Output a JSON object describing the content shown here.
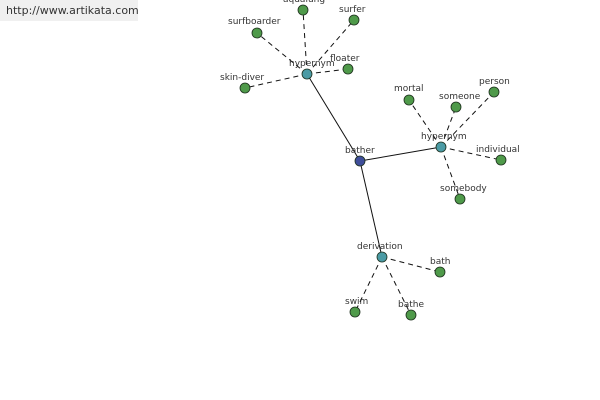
{
  "url_text": "http://www.artikata.com",
  "colors": {
    "center": "#3f4e9a",
    "hub": "#4b9ba5",
    "leaf": "#4f9a4a",
    "node_stroke": "#1c2e1c",
    "edge": "#111111"
  },
  "graph": {
    "nodes": [
      {
        "id": "bather",
        "label": "bather",
        "kind": "center"
      },
      {
        "id": "hyp_top",
        "label": "hypernym",
        "kind": "hub"
      },
      {
        "id": "hyp_right",
        "label": "hypernym",
        "kind": "hub"
      },
      {
        "id": "derivation",
        "label": "derivation",
        "kind": "hub"
      },
      {
        "id": "aqualung",
        "label": "aqualung",
        "kind": "leaf"
      },
      {
        "id": "surfer",
        "label": "surfer",
        "kind": "leaf"
      },
      {
        "id": "surfboarder",
        "label": "surfboarder",
        "kind": "leaf"
      },
      {
        "id": "floater",
        "label": "floater",
        "kind": "leaf"
      },
      {
        "id": "skin_diver",
        "label": "skin-diver",
        "kind": "leaf"
      },
      {
        "id": "mortal",
        "label": "mortal",
        "kind": "leaf"
      },
      {
        "id": "someone",
        "label": "someone",
        "kind": "leaf"
      },
      {
        "id": "person",
        "label": "person",
        "kind": "leaf"
      },
      {
        "id": "individual",
        "label": "individual",
        "kind": "leaf"
      },
      {
        "id": "somebody",
        "label": "somebody",
        "kind": "leaf"
      },
      {
        "id": "bath",
        "label": "bath",
        "kind": "leaf"
      },
      {
        "id": "swim",
        "label": "swim",
        "kind": "leaf"
      },
      {
        "id": "bathe",
        "label": "bathe",
        "kind": "leaf"
      }
    ],
    "edges": [
      {
        "from": "bather",
        "to": "hyp_top",
        "style": "solid"
      },
      {
        "from": "bather",
        "to": "hyp_right",
        "style": "solid"
      },
      {
        "from": "bather",
        "to": "derivation",
        "style": "solid"
      },
      {
        "from": "hyp_top",
        "to": "aqualung",
        "style": "dashed"
      },
      {
        "from": "hyp_top",
        "to": "surfer",
        "style": "dashed"
      },
      {
        "from": "hyp_top",
        "to": "surfboarder",
        "style": "dashed"
      },
      {
        "from": "hyp_top",
        "to": "floater",
        "style": "dashed"
      },
      {
        "from": "hyp_top",
        "to": "skin_diver",
        "style": "dashed"
      },
      {
        "from": "hyp_right",
        "to": "mortal",
        "style": "dashed"
      },
      {
        "from": "hyp_right",
        "to": "someone",
        "style": "dashed"
      },
      {
        "from": "hyp_right",
        "to": "person",
        "style": "dashed"
      },
      {
        "from": "hyp_right",
        "to": "individual",
        "style": "dashed"
      },
      {
        "from": "hyp_right",
        "to": "somebody",
        "style": "dashed"
      },
      {
        "from": "derivation",
        "to": "bath",
        "style": "dashed"
      },
      {
        "from": "derivation",
        "to": "swim",
        "style": "dashed"
      },
      {
        "from": "derivation",
        "to": "bathe",
        "style": "dashed"
      }
    ]
  }
}
